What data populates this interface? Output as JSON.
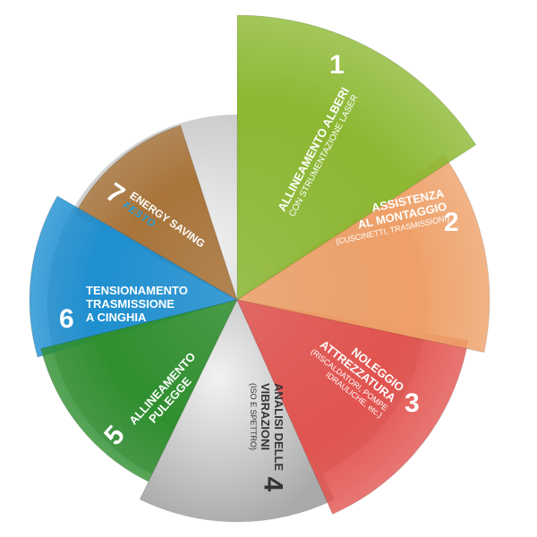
{
  "segments": [
    {
      "number": "1",
      "title": "ALLINEAMENTO ALBERI",
      "subtitle": "CON STRUMENTAZIONE LASER",
      "color": "#8cb832"
    },
    {
      "number": "2",
      "title_lines": [
        "ASSISTENZA",
        "AL MONTAGGIO"
      ],
      "subtitle": "(CUSCINETTI, TRASMISSIONI)",
      "color": "#eea068"
    },
    {
      "number": "3",
      "title_lines": [
        "NOLEGGIO",
        "ATTREZZATURA"
      ],
      "subtitle_lines": [
        "(RISCALDATORI, POMPE",
        "IDRAULICHE, etc.)"
      ],
      "color": "#e2544f"
    },
    {
      "number": "4",
      "title_lines": [
        "ANALISI DELLE",
        "VIBRAZIONI"
      ],
      "subtitle": "(ISO E SPETTRO)",
      "color": "#d8d8d8"
    },
    {
      "number": "5",
      "title_lines": [
        "ALLINEAMENTO",
        "PULEGGE"
      ],
      "color": "#2f8f2f"
    },
    {
      "number": "6",
      "title_lines": [
        "TENSIONAMENTO",
        "TRASMISSIONE",
        "A CINGHIA"
      ],
      "color": "#1e8fd0"
    },
    {
      "number": "7",
      "title": "ENERGY SAVING",
      "logo": "FESTO",
      "color": "#a8743a"
    }
  ],
  "base_color": "#c9c9c9"
}
